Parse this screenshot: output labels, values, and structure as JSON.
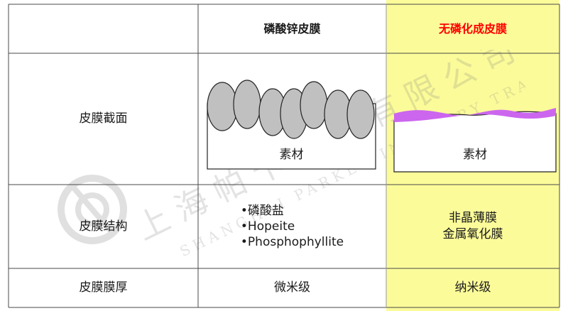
{
  "header": {
    "col_zinc": "磷酸锌皮膜",
    "col_phosphorus_free": "无磷化成皮膜"
  },
  "rows": {
    "cross_section": {
      "label": "皮膜截面",
      "zinc_base": "素材",
      "pf_base": "素材"
    },
    "structure": {
      "label": "皮膜结构",
      "zinc_items": [
        "•磷酸盐",
        "•Hopeite",
        "•Phosphophyllite"
      ],
      "pf_items": [
        "非晶薄膜",
        "金属氧化膜"
      ]
    },
    "thickness": {
      "label": "皮膜膜厚",
      "zinc": "微米级",
      "pf": "纳米级"
    }
  },
  "watermark": {
    "cn": "上海帕卡工业有限公司",
    "en": "SHANGHAI PARKER INDUSTRY TRADING CO.,LTD"
  },
  "colors": {
    "highlight": "#fbfb9a",
    "crystal_fill": "#c0c0c0",
    "film_fill": "#cc66ee",
    "header_accent": "#ff0000",
    "grid_line": "#4a4a4a"
  }
}
